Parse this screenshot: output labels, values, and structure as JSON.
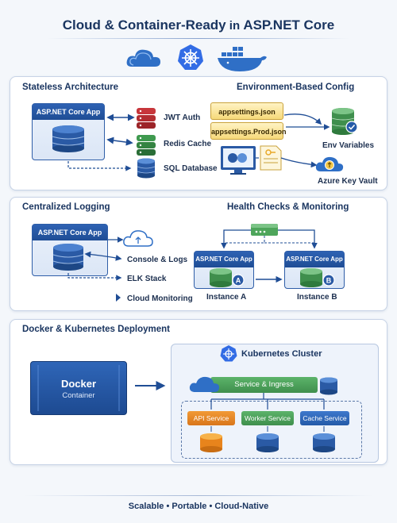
{
  "header": {
    "title_part1": "Cloud & Container-Ready",
    "title_part2": " in ",
    "title_part3": "ASP.NET Core",
    "icons": [
      "cloud-icon",
      "kubernetes-icon",
      "docker-whale-icon"
    ]
  },
  "stateless": {
    "title": "Stateless Architecture",
    "app_label": "ASP.NET Core App",
    "items": [
      "JWT Auth",
      "Redis Cache",
      "SQL Database"
    ]
  },
  "config": {
    "title": "Environment-Based Config",
    "files": [
      "appsettings.json",
      "appsettings.Prod.json"
    ],
    "env_label": "Env Variables",
    "vault_label": "Azure Key Vault"
  },
  "logging": {
    "title": "Centralized Logging",
    "app_label": "ASP.NET Core App",
    "items": [
      "Console & Logs",
      "ELK Stack",
      "Cloud Monitoring"
    ]
  },
  "health": {
    "title": "Health Checks & Monitoring",
    "instances": [
      {
        "app_label": "ASP.NET Core App",
        "badge": "A",
        "name": "Instance A"
      },
      {
        "app_label": "ASP.NET Core App",
        "badge": "B",
        "name": "Instance B"
      }
    ]
  },
  "deploy": {
    "title": "Docker & Kubernetes Deployment",
    "docker_title": "Docker",
    "docker_sub": "Container",
    "cluster_label": "Kubernetes Cluster",
    "ingress_label": "Service & Ingress",
    "services": [
      "API Service",
      "Worker Service",
      "Cache Service"
    ]
  },
  "footer": {
    "tagline": "Scalable • Portable • Cloud-Native"
  },
  "colors": {
    "navy": "#1a3560",
    "blue": "#2f5ea8",
    "green": "#3f8f4d",
    "red": "#c7363b",
    "orange": "#e8841c",
    "yellow": "#f3c74a"
  }
}
